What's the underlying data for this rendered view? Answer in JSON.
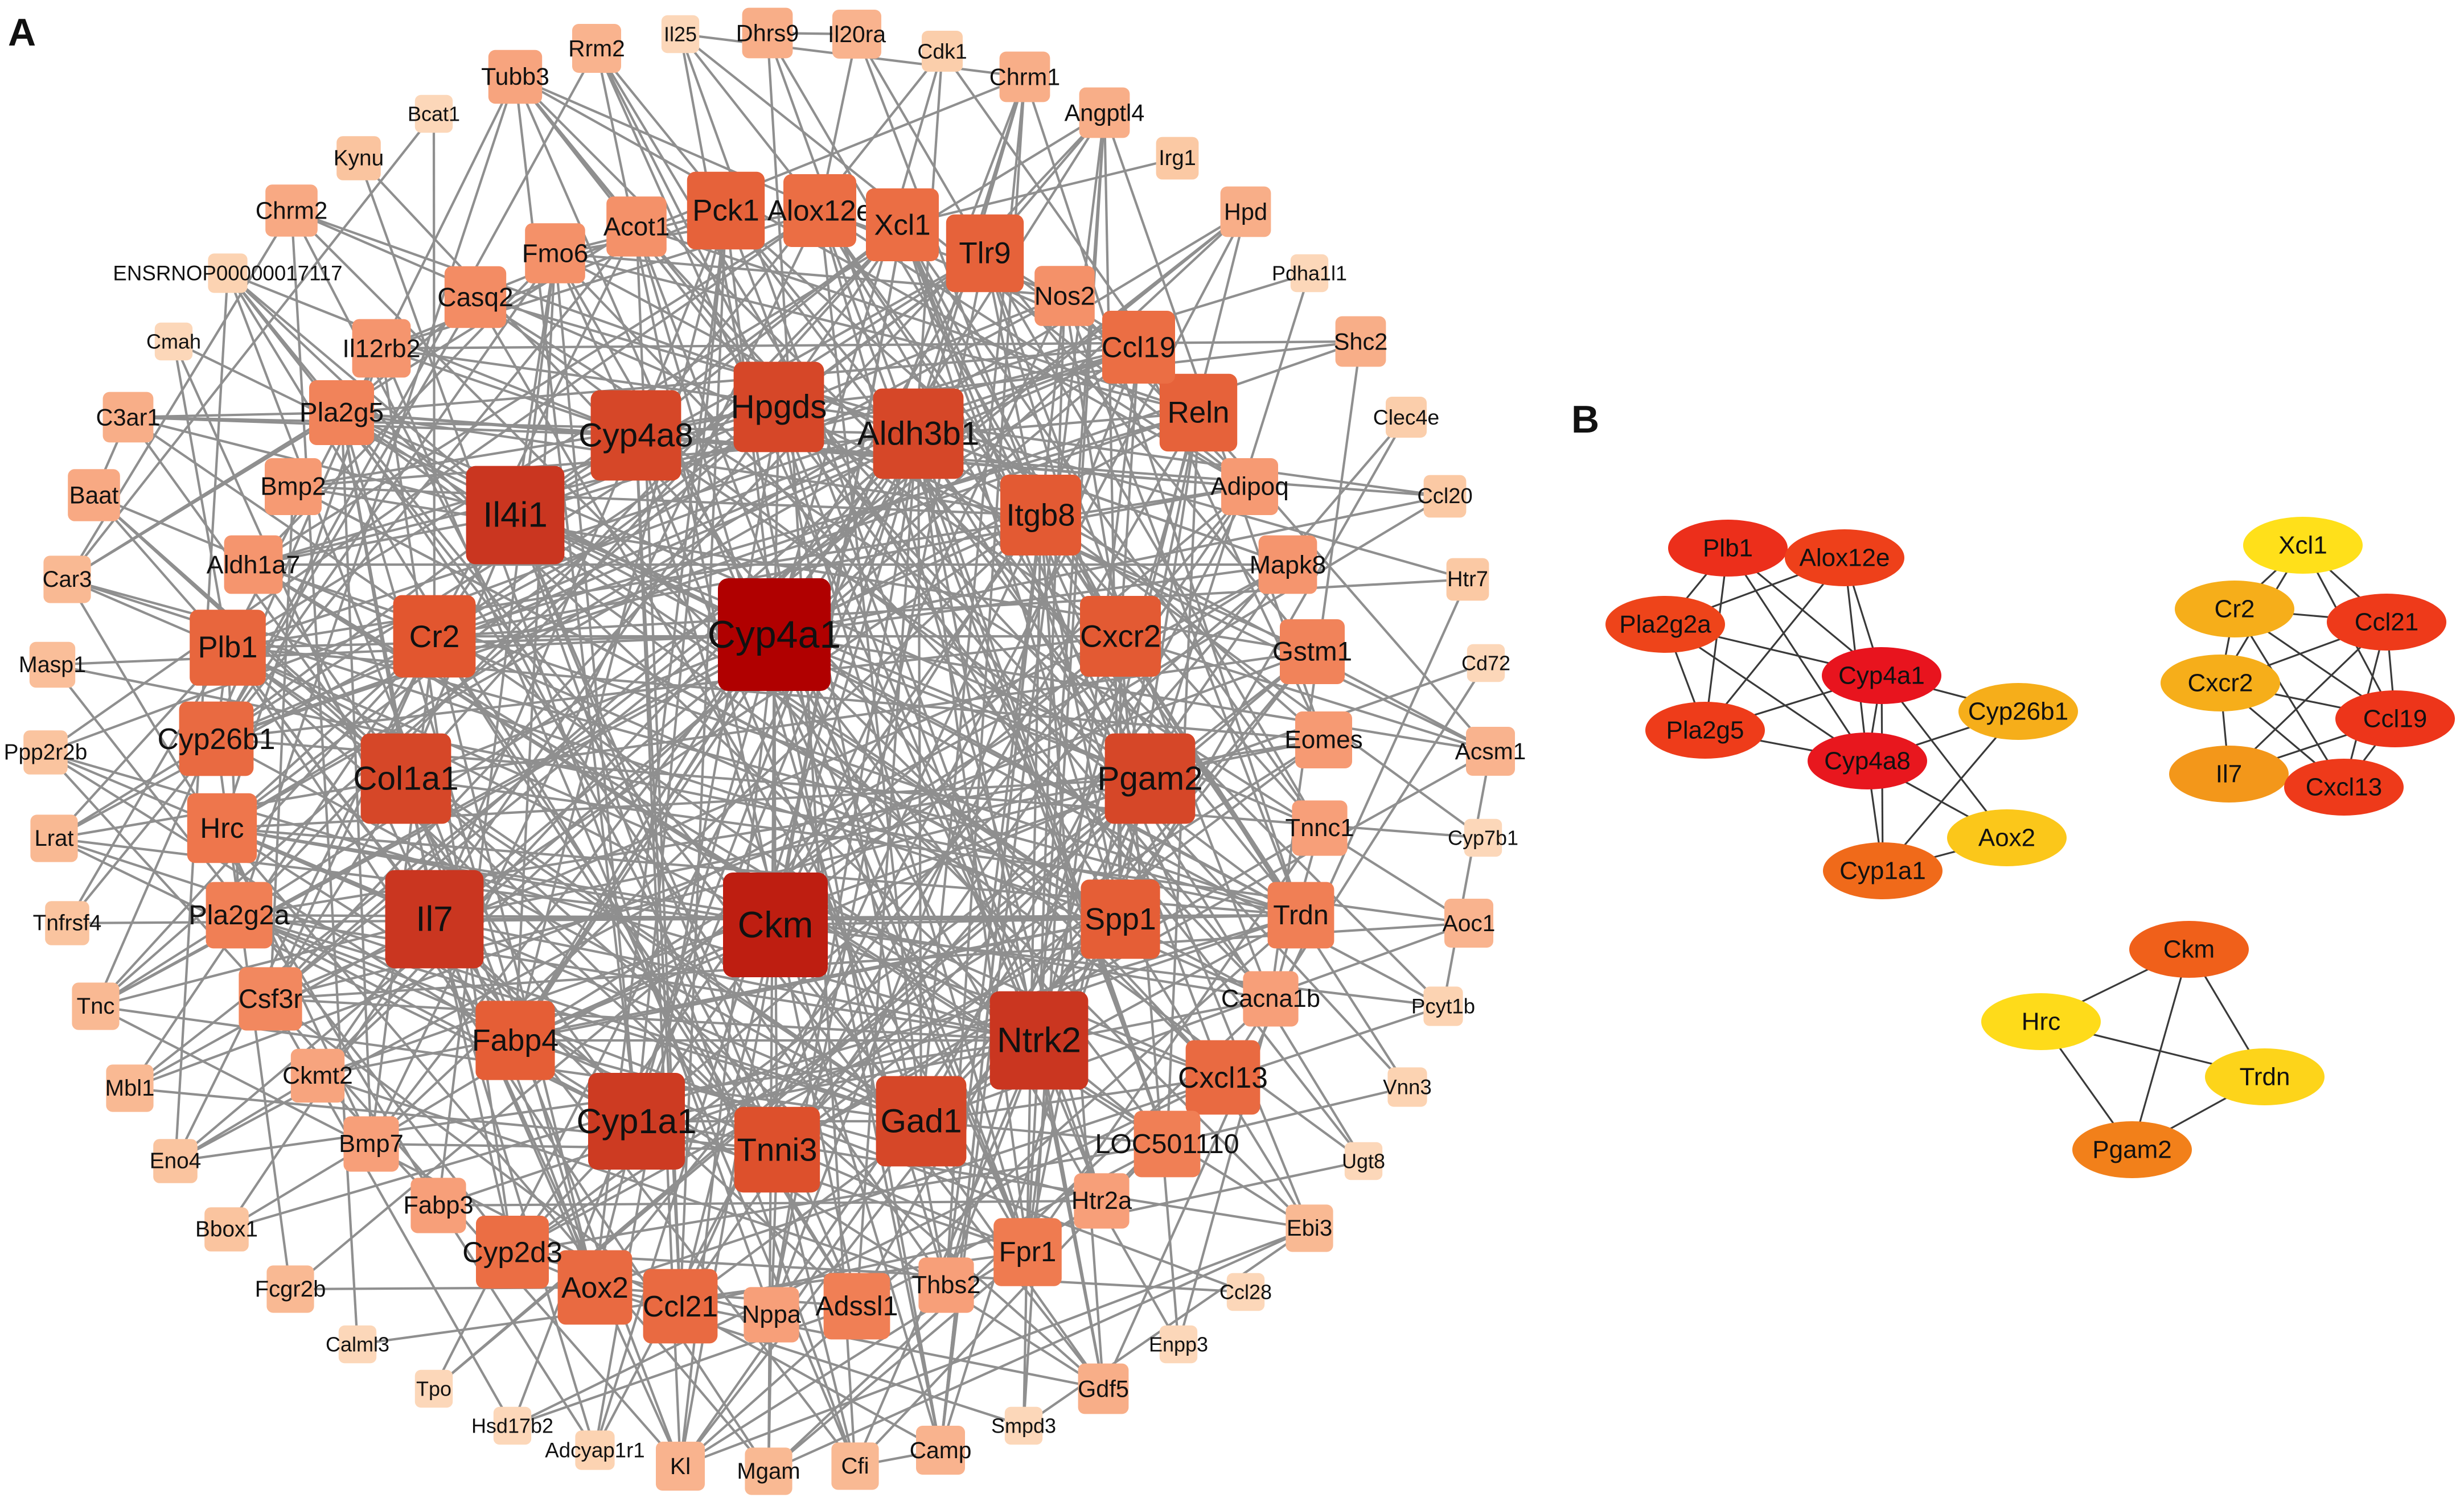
{
  "panels": {
    "a": {
      "letter": "A"
    },
    "b": {
      "letter": "B"
    }
  },
  "colors": {
    "edge": "#8f8f8f",
    "edge_b": "#3a3a3a",
    "degree_scale_low": "#fde5c9",
    "degree_scale_high": "#b00000",
    "cluster_scale": [
      "#ffe01a",
      "#f4a21a",
      "#f06a1a",
      "#ee3a1a",
      "#e8141e"
    ]
  },
  "network_a": {
    "nodes": [
      {
        "id": "Cyp4a1",
        "d": 1.0
      },
      {
        "id": "Ckm",
        "d": 0.9
      },
      {
        "id": "Il4i1",
        "d": 0.82
      },
      {
        "id": "Il7",
        "d": 0.82
      },
      {
        "id": "Ntrk2",
        "d": 0.82
      },
      {
        "id": "Cyp1a1",
        "d": 0.8
      },
      {
        "id": "Hpgds",
        "d": 0.72
      },
      {
        "id": "Aldh3b1",
        "d": 0.72
      },
      {
        "id": "Cyp4a8",
        "d": 0.72
      },
      {
        "id": "Col1a1",
        "d": 0.72
      },
      {
        "id": "Pgam2",
        "d": 0.72
      },
      {
        "id": "Gad1",
        "d": 0.72
      },
      {
        "id": "Tnni3",
        "d": 0.66
      },
      {
        "id": "Cr2",
        "d": 0.62
      },
      {
        "id": "Itgb8",
        "d": 0.6
      },
      {
        "id": "Cxcr2",
        "d": 0.6
      },
      {
        "id": "Spp1",
        "d": 0.58
      },
      {
        "id": "Fabp4",
        "d": 0.58
      },
      {
        "id": "Pck1",
        "d": 0.56
      },
      {
        "id": "Tlr9",
        "d": 0.56
      },
      {
        "id": "Reln",
        "d": 0.56
      },
      {
        "id": "Plb1",
        "d": 0.54
      },
      {
        "id": "Cyp26b1",
        "d": 0.52
      },
      {
        "id": "Cxcl13",
        "d": 0.52
      },
      {
        "id": "Ccl21",
        "d": 0.52
      },
      {
        "id": "Aox2",
        "d": 0.52
      },
      {
        "id": "Cyp2d3",
        "d": 0.5
      },
      {
        "id": "Alox12e",
        "d": 0.5
      },
      {
        "id": "Xcl1",
        "d": 0.5
      },
      {
        "id": "Ccl19",
        "d": 0.5
      },
      {
        "id": "Hrc",
        "d": 0.46
      },
      {
        "id": "Pla2g2a",
        "d": 0.42
      },
      {
        "id": "Fpr1",
        "d": 0.44
      },
      {
        "id": "Adssl1",
        "d": 0.42
      },
      {
        "id": "Trdn",
        "d": 0.42
      },
      {
        "id": "LOC501110",
        "d": 0.42
      },
      {
        "id": "Gstm1",
        "d": 0.4
      },
      {
        "id": "Pla2g5",
        "d": 0.4
      },
      {
        "id": "Csf3r",
        "d": 0.38
      },
      {
        "id": "Casq2",
        "d": 0.36
      },
      {
        "id": "Fmo6",
        "d": 0.34
      },
      {
        "id": "Acot1",
        "d": 0.34
      },
      {
        "id": "Nos2",
        "d": 0.34
      },
      {
        "id": "Il12rb2",
        "d": 0.32
      },
      {
        "id": "Aldh1a7",
        "d": 0.32
      },
      {
        "id": "Bmp2",
        "d": 0.3
      },
      {
        "id": "Mapk8",
        "d": 0.32
      },
      {
        "id": "Adipoq",
        "d": 0.3
      },
      {
        "id": "Eomes",
        "d": 0.3
      },
      {
        "id": "Tnnc1",
        "d": 0.28
      },
      {
        "id": "Cacna1b",
        "d": 0.28
      },
      {
        "id": "Thbs2",
        "d": 0.28
      },
      {
        "id": "Nppa",
        "d": 0.28
      },
      {
        "id": "Fabp3",
        "d": 0.28
      },
      {
        "id": "Bmp7",
        "d": 0.28
      },
      {
        "id": "Ckmt2",
        "d": 0.26
      },
      {
        "id": "Htr2a",
        "d": 0.28
      },
      {
        "id": "Tubb3",
        "d": 0.26
      },
      {
        "id": "Chrm2",
        "d": 0.24
      },
      {
        "id": "Baat",
        "d": 0.24
      },
      {
        "id": "C3ar1",
        "d": 0.22
      },
      {
        "id": "Dhrs9",
        "d": 0.22
      },
      {
        "id": "Il20ra",
        "d": 0.2
      },
      {
        "id": "Rrm2",
        "d": 0.2
      },
      {
        "id": "Chrm1",
        "d": 0.22
      },
      {
        "id": "Angptl4",
        "d": 0.22
      },
      {
        "id": "Hpd",
        "d": 0.22
      },
      {
        "id": "Shc2",
        "d": 0.22
      },
      {
        "id": "Acsm1",
        "d": 0.2
      },
      {
        "id": "Aoc1",
        "d": 0.2
      },
      {
        "id": "Gdf5",
        "d": 0.22
      },
      {
        "id": "Camp",
        "d": 0.2
      },
      {
        "id": "Kl",
        "d": 0.2
      },
      {
        "id": "Cfi",
        "d": 0.18
      },
      {
        "id": "Mgam",
        "d": 0.18
      },
      {
        "id": "Ebi3",
        "d": 0.18
      },
      {
        "id": "Car3",
        "d": 0.18
      },
      {
        "id": "Masp1",
        "d": 0.16
      },
      {
        "id": "Lrat",
        "d": 0.18
      },
      {
        "id": "Tnc",
        "d": 0.18
      },
      {
        "id": "Mbl1",
        "d": 0.18
      },
      {
        "id": "Eno4",
        "d": 0.14
      },
      {
        "id": "Bbox1",
        "d": 0.14
      },
      {
        "id": "Fcgr2b",
        "d": 0.18
      },
      {
        "id": "Ppp2r2b",
        "d": 0.14
      },
      {
        "id": "Tnfrsf4",
        "d": 0.14
      },
      {
        "id": "Kynu",
        "d": 0.14
      },
      {
        "id": "Irg1",
        "d": 0.12
      },
      {
        "id": "Htr7",
        "d": 0.12
      },
      {
        "id": "Ccl20",
        "d": 0.12
      },
      {
        "id": "Clec4e",
        "d": 0.1
      },
      {
        "id": "Cdk1",
        "d": 0.1
      },
      {
        "id": "Il25",
        "d": 0.06
      },
      {
        "id": "Bcat1",
        "d": 0.06
      },
      {
        "id": "ENSRNOP00000017117",
        "d": 0.08
      },
      {
        "id": "Cmah",
        "d": 0.06
      },
      {
        "id": "Pdha1l1",
        "d": 0.06
      },
      {
        "id": "Cd72",
        "d": 0.06
      },
      {
        "id": "Cyp7b1",
        "d": 0.06
      },
      {
        "id": "Pcyt1b",
        "d": 0.08
      },
      {
        "id": "Vnn3",
        "d": 0.08
      },
      {
        "id": "Ugt8",
        "d": 0.06
      },
      {
        "id": "Ccl28",
        "d": 0.06
      },
      {
        "id": "Enpp3",
        "d": 0.06
      },
      {
        "id": "Smpd3",
        "d": 0.06
      },
      {
        "id": "Tpo",
        "d": 0.06
      },
      {
        "id": "Calml3",
        "d": 0.06
      },
      {
        "id": "Hsd17b2",
        "d": 0.06
      },
      {
        "id": "Adcyap1r1",
        "d": 0.08
      }
    ]
  },
  "network_b": {
    "clusters": [
      {
        "nodes": [
          {
            "id": "Plb1",
            "heat": 0.82
          },
          {
            "id": "Alox12e",
            "heat": 0.72
          },
          {
            "id": "Pla2g2a",
            "heat": 0.7
          },
          {
            "id": "Cyp4a1",
            "heat": 1.0
          },
          {
            "id": "Pla2g5",
            "heat": 0.74
          },
          {
            "id": "Cyp4a8",
            "heat": 0.98
          },
          {
            "id": "Cyp26b1",
            "heat": 0.2
          },
          {
            "id": "Aox2",
            "heat": 0.1
          },
          {
            "id": "Cyp1a1",
            "heat": 0.5
          }
        ],
        "edges": [
          [
            "Plb1",
            "Alox12e"
          ],
          [
            "Plb1",
            "Pla2g2a"
          ],
          [
            "Plb1",
            "Cyp4a1"
          ],
          [
            "Plb1",
            "Pla2g5"
          ],
          [
            "Plb1",
            "Cyp4a8"
          ],
          [
            "Alox12e",
            "Pla2g2a"
          ],
          [
            "Alox12e",
            "Cyp4a1"
          ],
          [
            "Alox12e",
            "Cyp4a8"
          ],
          [
            "Alox12e",
            "Pla2g5"
          ],
          [
            "Pla2g2a",
            "Pla2g5"
          ],
          [
            "Pla2g2a",
            "Cyp4a1"
          ],
          [
            "Pla2g2a",
            "Cyp4a8"
          ],
          [
            "Pla2g5",
            "Cyp4a1"
          ],
          [
            "Pla2g5",
            "Cyp4a8"
          ],
          [
            "Cyp4a1",
            "Cyp4a8"
          ],
          [
            "Cyp4a1",
            "Cyp26b1"
          ],
          [
            "Cyp4a1",
            "Aox2"
          ],
          [
            "Cyp4a1",
            "Cyp1a1"
          ],
          [
            "Cyp4a8",
            "Cyp26b1"
          ],
          [
            "Cyp4a8",
            "Aox2"
          ],
          [
            "Cyp4a8",
            "Cyp1a1"
          ],
          [
            "Cyp26b1",
            "Cyp1a1"
          ],
          [
            "Aox2",
            "Cyp1a1"
          ]
        ]
      },
      {
        "nodes": [
          {
            "id": "Xcl1",
            "heat": 0.0
          },
          {
            "id": "Cr2",
            "heat": 0.2
          },
          {
            "id": "Ccl21",
            "heat": 0.75
          },
          {
            "id": "Cxcr2",
            "heat": 0.2
          },
          {
            "id": "Ccl19",
            "heat": 0.78
          },
          {
            "id": "Il7",
            "heat": 0.3
          },
          {
            "id": "Cxcl13",
            "heat": 0.75
          }
        ],
        "edges": [
          [
            "Xcl1",
            "Cr2"
          ],
          [
            "Xcl1",
            "Ccl21"
          ],
          [
            "Xcl1",
            "Cxcr2"
          ],
          [
            "Xcl1",
            "Ccl19"
          ],
          [
            "Cr2",
            "Ccl21"
          ],
          [
            "Cr2",
            "Cxcr2"
          ],
          [
            "Cr2",
            "Ccl19"
          ],
          [
            "Cr2",
            "Cxcl13"
          ],
          [
            "Ccl21",
            "Cxcr2"
          ],
          [
            "Ccl21",
            "Ccl19"
          ],
          [
            "Ccl21",
            "Il7"
          ],
          [
            "Ccl21",
            "Cxcl13"
          ],
          [
            "Cxcr2",
            "Ccl19"
          ],
          [
            "Cxcr2",
            "Il7"
          ],
          [
            "Cxcr2",
            "Cxcl13"
          ],
          [
            "Ccl19",
            "Il7"
          ],
          [
            "Ccl19",
            "Cxcl13"
          ],
          [
            "Il7",
            "Cxcl13"
          ]
        ]
      },
      {
        "nodes": [
          {
            "id": "Ckm",
            "heat": 0.55
          },
          {
            "id": "Hrc",
            "heat": 0.02
          },
          {
            "id": "Trdn",
            "heat": 0.05
          },
          {
            "id": "Pgam2",
            "heat": 0.4
          }
        ],
        "edges": [
          [
            "Ckm",
            "Hrc"
          ],
          [
            "Ckm",
            "Trdn"
          ],
          [
            "Ckm",
            "Pgam2"
          ],
          [
            "Hrc",
            "Trdn"
          ],
          [
            "Hrc",
            "Pgam2"
          ],
          [
            "Trdn",
            "Pgam2"
          ]
        ]
      }
    ]
  }
}
